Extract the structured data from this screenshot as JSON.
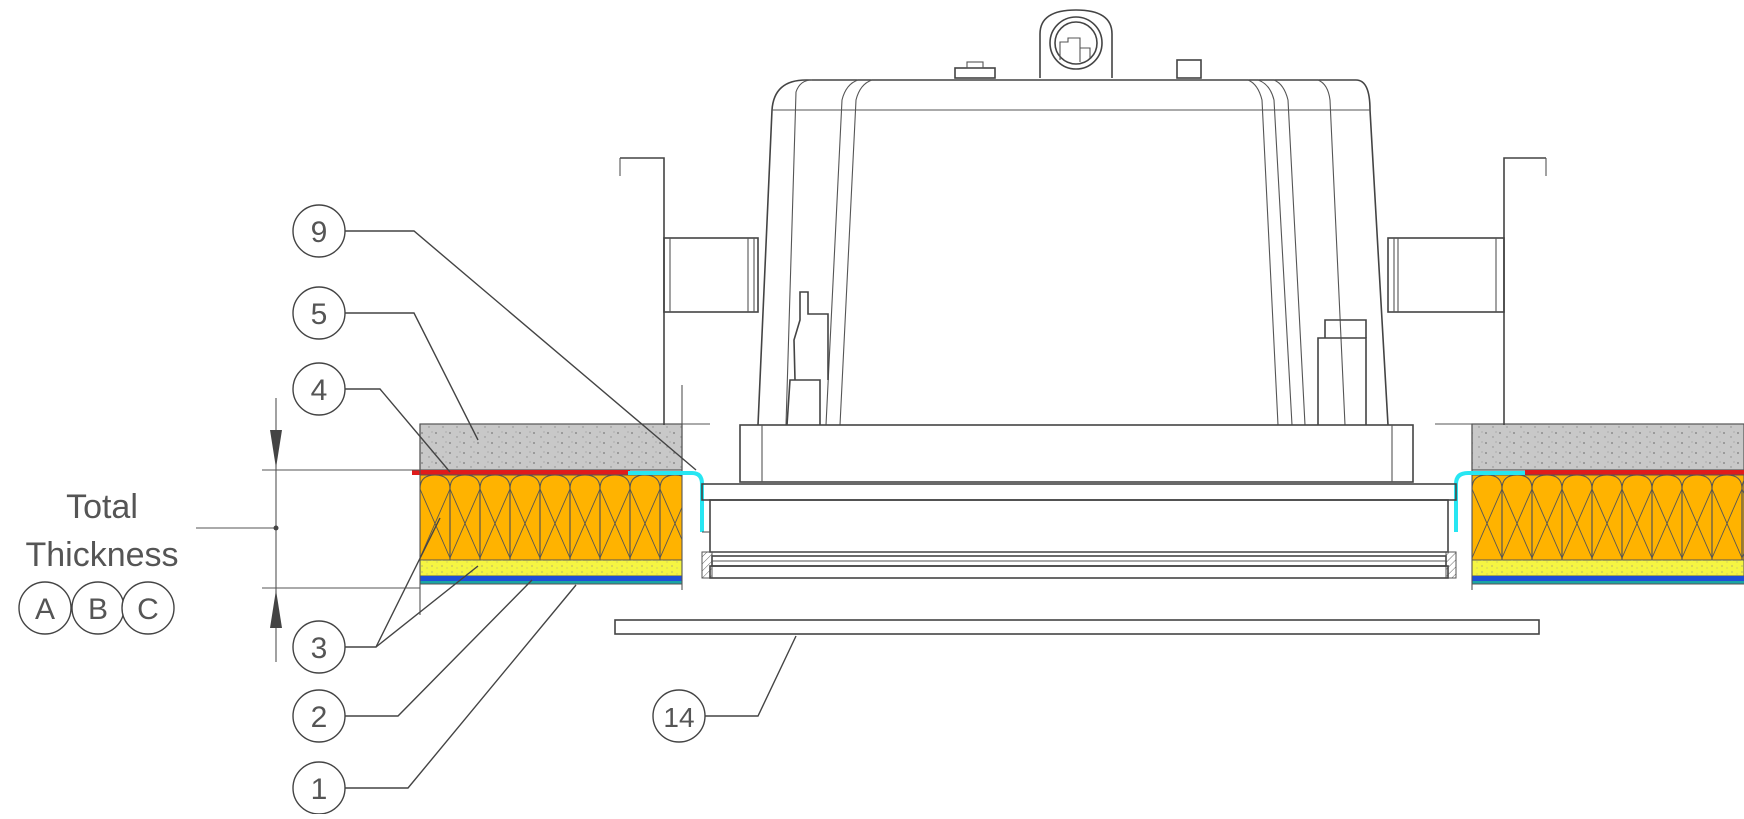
{
  "dimension": {
    "line1": "Total",
    "line2": "Thickness",
    "markers": [
      "A",
      "B",
      "C"
    ]
  },
  "callouts": [
    "9",
    "5",
    "4",
    "3",
    "2",
    "1",
    "14"
  ],
  "colors": {
    "insulation": "#ffb300",
    "screed": "#c8c8c8",
    "sand_layer": "#f5f542",
    "membrane_blue": "#1f4fd6",
    "membrane_teal": "#1aa5a5",
    "vapour_red": "#e01b1b",
    "flashing": "#27e6f2",
    "linework": "#444444"
  }
}
